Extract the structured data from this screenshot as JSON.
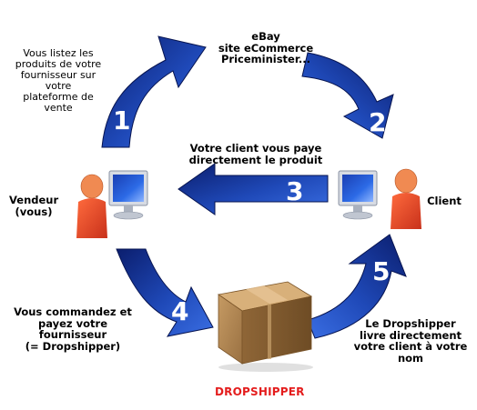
{
  "labels": {
    "step1": "Vous listez les\nproduits de votre\nfournisseur sur votre\nplateforme de vente",
    "marketplaces": "eBay\nsite eCommerce\nPriceminister...",
    "step3": "Votre client vous paye\ndirectement le produit",
    "seller": "Vendeur\n(vous)",
    "client": "Client",
    "step4": "Vous  commandez et\npayez votre\nfournisseur\n(= Dropshipper)",
    "step5": "Le Dropshipper\nlivre directement\nvotre client à votre\nnom",
    "supplier": "DROPSHIPPER"
  },
  "steps": [
    "1",
    "2",
    "3",
    "4",
    "5"
  ],
  "colors": {
    "arrow_dark": "#0b1e6e",
    "arrow_light": "#2f62d8",
    "number": "#ffffff",
    "supplier": "#e41d1d"
  }
}
